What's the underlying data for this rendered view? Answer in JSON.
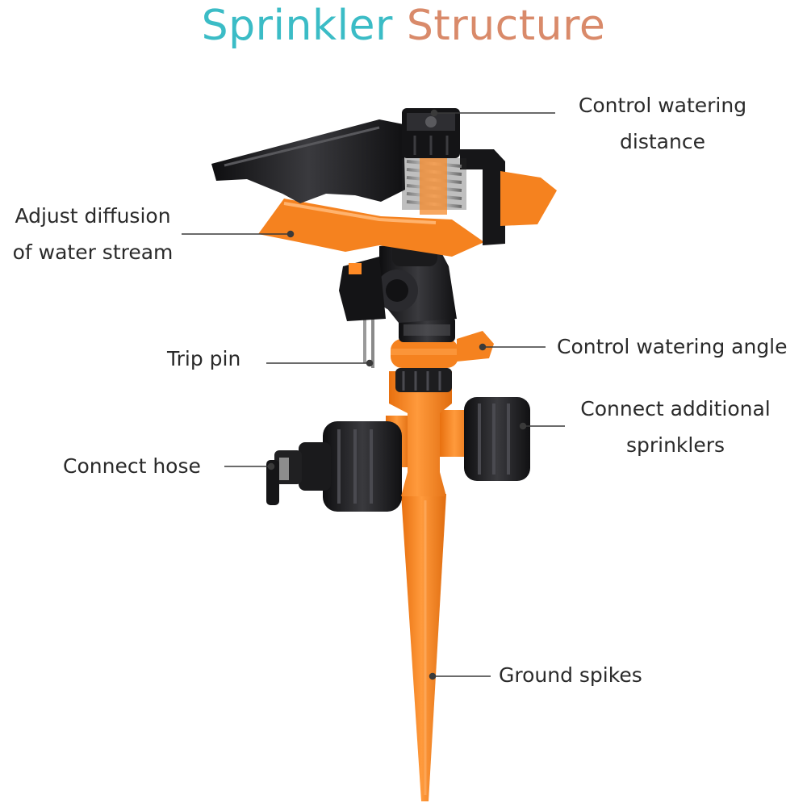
{
  "title": {
    "word1": "Sprinkler",
    "word2": "Structure",
    "color1": "#3bbcc6",
    "color2": "#d98a6a"
  },
  "labels": {
    "distance": {
      "line1": "Control watering",
      "line2": "distance"
    },
    "diffusion": {
      "line1": "Adjust diffusion",
      "line2": "of water stream"
    },
    "trip_pin": {
      "line1": "Trip pin"
    },
    "angle": {
      "line1": "Control watering angle"
    },
    "additional": {
      "line1": "Connect additional",
      "line2": "sprinklers"
    },
    "hose": {
      "line1": "Connect hose"
    },
    "spikes": {
      "line1": "Ground spikes"
    }
  },
  "colors": {
    "orange": "#f5821f",
    "orange_dark": "#d9680c",
    "black": "#1c1c1e",
    "leader": "#3a3a3a"
  }
}
